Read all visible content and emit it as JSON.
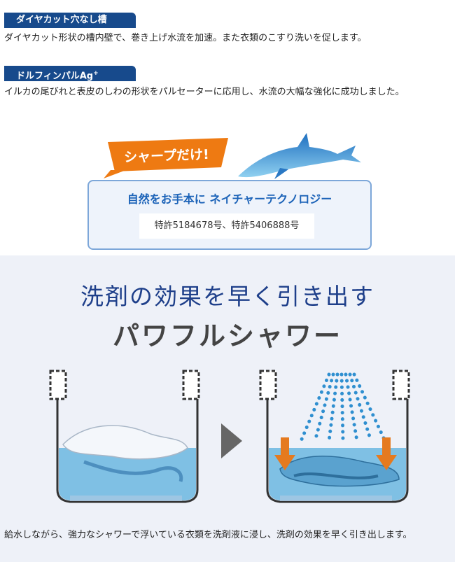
{
  "features": [
    {
      "tag": "ダイヤカット穴なし槽",
      "text": "ダイヤカット形状の槽内壁で、巻き上げ水流を加速。また衣類のこすり洗いを促します。"
    },
    {
      "tag": "ドルフィンパルAg",
      "tag_sup": "+",
      "text": "イルカの尾びれと表皮のしわの形状をパルセーターに応用し、水流の大幅な強化に成功しました。"
    }
  ],
  "badge": {
    "text": "シャープだけ!",
    "color": "#ee7a12"
  },
  "nature": {
    "title": "自然をお手本に ネイチャーテクノロジー",
    "patent": "特許5184678号、特許5406888号"
  },
  "shower": {
    "headline1": "洗剤の効果を早く引き出す",
    "headline2": "パワフルシャワー",
    "description": "給水しながら、強力なシャワーで浮いている衣類を洗剤液に浸し、洗剤の効果を早く引き出します。"
  },
  "colors": {
    "accent_blue": "#174a8c",
    "water": "#7fc0e4",
    "arrow_orange": "#e57a1f",
    "spray": "#2f8fd0"
  }
}
